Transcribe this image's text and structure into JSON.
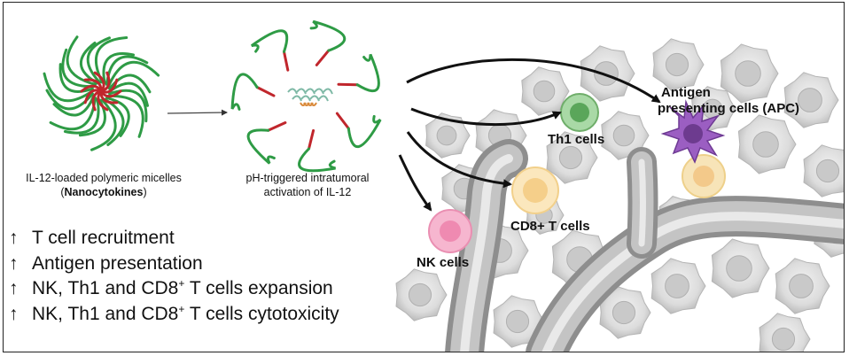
{
  "micelle_caption": {
    "line1": "IL-12-loaded polymeric micelles",
    "open": "(",
    "bold": "Nanocytokines",
    "close": ")"
  },
  "activation_caption": {
    "line1": "pH-triggered intratumoral",
    "line2": "activation of IL-12"
  },
  "cells": {
    "th1": "Th1 cells",
    "apc_line1": "Antigen",
    "apc_line2": "presenting cells (APC)",
    "cd8": "CD8+ T cells",
    "nk": "NK cells"
  },
  "effects": [
    {
      "arrow": "↑",
      "text": "T cell recruitment"
    },
    {
      "arrow": "↑",
      "text": "Antigen presentation"
    },
    {
      "arrow": "↑",
      "text_a": "NK, Th1 and CD8",
      "sup": "+",
      "text_b": " T  cells expansion"
    },
    {
      "arrow": "↑",
      "text_a": "NK, Th1  and CD8",
      "sup": "+",
      "text_b": " T cells cytotoxicity"
    }
  ],
  "colors": {
    "polymer_green": "#2e9b45",
    "il12_red": "#c0262c",
    "th1_green": "#5fb55f",
    "apc_purple": "#8a4fb0",
    "cd8_yellow": "#f6d9a0",
    "nk_pink": "#ee9ab9",
    "tumor_gray": "#d9d9d9",
    "vessel_gray": "#8e8e8e"
  }
}
